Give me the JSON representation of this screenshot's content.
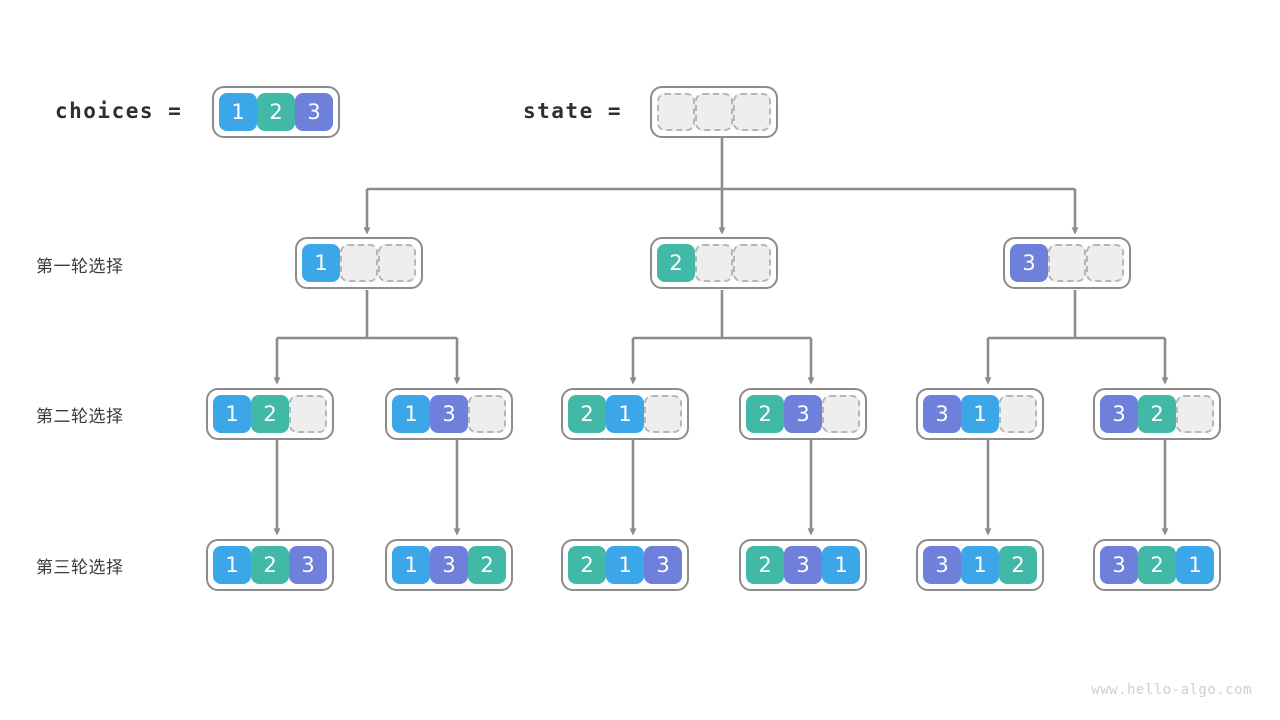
{
  "header": {
    "choices_label": "choices =",
    "state_label": "state =",
    "choices_values": [
      1,
      2,
      3
    ],
    "state_values": [
      null,
      null,
      null
    ]
  },
  "rows": [
    {
      "label": "第一轮选择"
    },
    {
      "label": "第二轮选择"
    },
    {
      "label": "第三轮选择"
    }
  ],
  "colors": {
    "value_1": "#3ba7e8",
    "value_2": "#42b9a6",
    "value_3": "#6f80db",
    "empty_fill": "#eeeeee",
    "empty_border": "#b6b6b6",
    "node_border": "#8c8c8c",
    "edge": "#8c8c8c",
    "text": "#3c3c3c",
    "background": "#ffffff",
    "watermark": "#cfcfcf"
  },
  "tree": {
    "root": {
      "values": [
        null,
        null,
        null
      ]
    },
    "level1": [
      {
        "values": [
          1,
          null,
          null
        ]
      },
      {
        "values": [
          2,
          null,
          null
        ]
      },
      {
        "values": [
          3,
          null,
          null
        ]
      }
    ],
    "level2": [
      {
        "values": [
          1,
          2,
          null
        ]
      },
      {
        "values": [
          1,
          3,
          null
        ]
      },
      {
        "values": [
          2,
          1,
          null
        ]
      },
      {
        "values": [
          2,
          3,
          null
        ]
      },
      {
        "values": [
          3,
          1,
          null
        ]
      },
      {
        "values": [
          3,
          2,
          null
        ]
      }
    ],
    "level3": [
      {
        "values": [
          1,
          2,
          3
        ]
      },
      {
        "values": [
          1,
          3,
          2
        ]
      },
      {
        "values": [
          2,
          1,
          3
        ]
      },
      {
        "values": [
          2,
          3,
          1
        ]
      },
      {
        "values": [
          3,
          1,
          2
        ]
      },
      {
        "values": [
          3,
          2,
          1
        ]
      }
    ]
  },
  "watermark": "www.hello-algo.com"
}
